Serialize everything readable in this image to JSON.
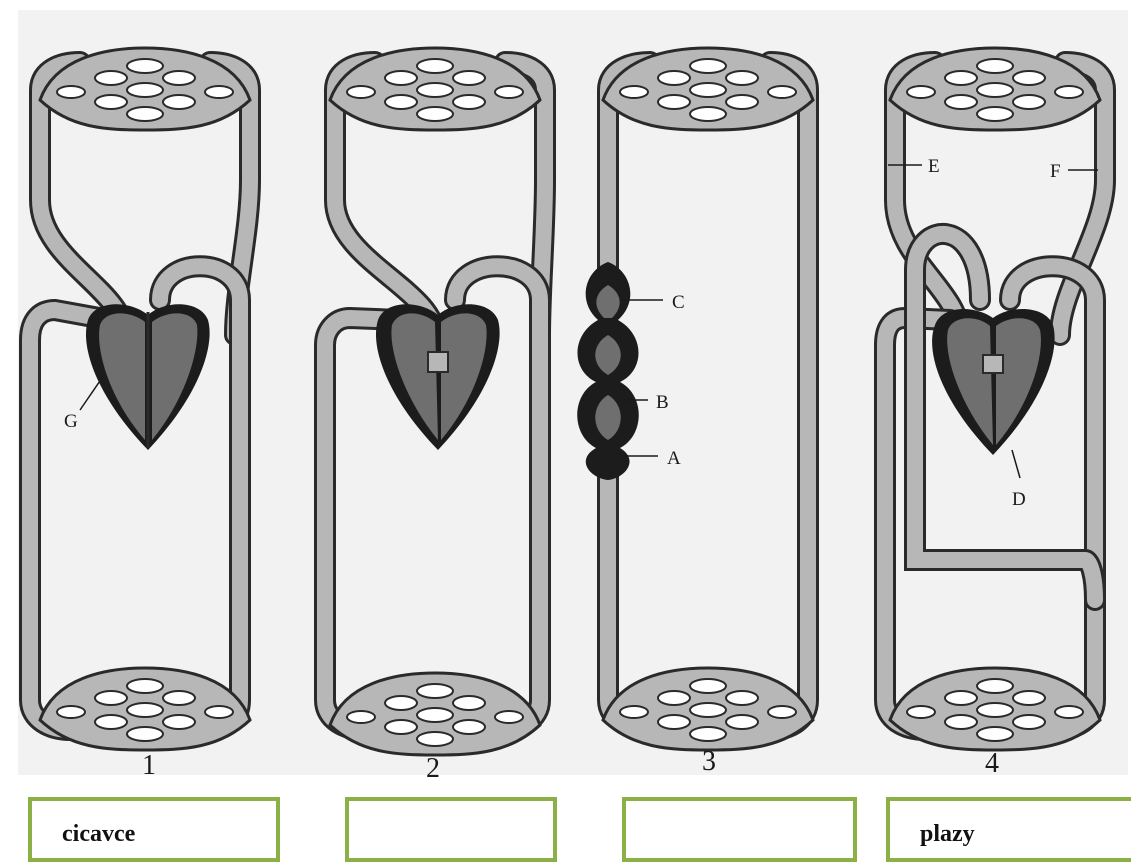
{
  "diagrams": [
    {
      "number": "1",
      "labels": [
        "G"
      ]
    },
    {
      "number": "2",
      "labels": []
    },
    {
      "number": "3",
      "labels": [
        "C",
        "B",
        "A"
      ]
    },
    {
      "number": "4",
      "labels": [
        "E",
        "F",
        "D"
      ]
    }
  ],
  "answers": [
    "cicavce",
    "",
    "",
    "plazy"
  ],
  "colors": {
    "vessel": "#b7b7b7",
    "vessel_outline": "#2a2a2a",
    "heart_dark": "#1c1c1c",
    "heart_mid": "#6f6f6f",
    "box_border": "#8bb046"
  }
}
